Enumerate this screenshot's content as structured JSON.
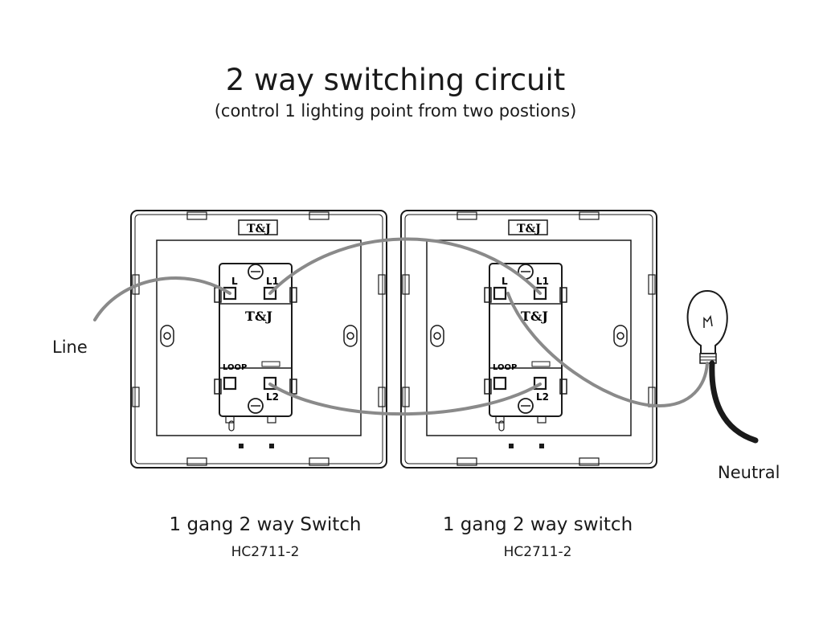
{
  "title": "2 way switching circuit",
  "subtitle": "(control 1 lighting point from two postions)",
  "labels": {
    "line": "Line",
    "neutral": "Neutral"
  },
  "switches": [
    {
      "caption": "1 gang 2 way Switch",
      "model": "HC2711-2",
      "brand": "T&J",
      "terminal_l": "L",
      "terminal_l1": "L1",
      "terminal_l2": "L2",
      "loop": "LOOP"
    },
    {
      "caption": "1 gang 2 way switch",
      "model": "HC2711-2",
      "brand": "T&J",
      "terminal_l": "L",
      "terminal_l1": "L1",
      "terminal_l2": "L2",
      "loop": "LOOP"
    }
  ],
  "colors": {
    "outline": "#1a1a1a",
    "wire": "#8a8a8a",
    "neutral_wire": "#1a1a1a"
  }
}
